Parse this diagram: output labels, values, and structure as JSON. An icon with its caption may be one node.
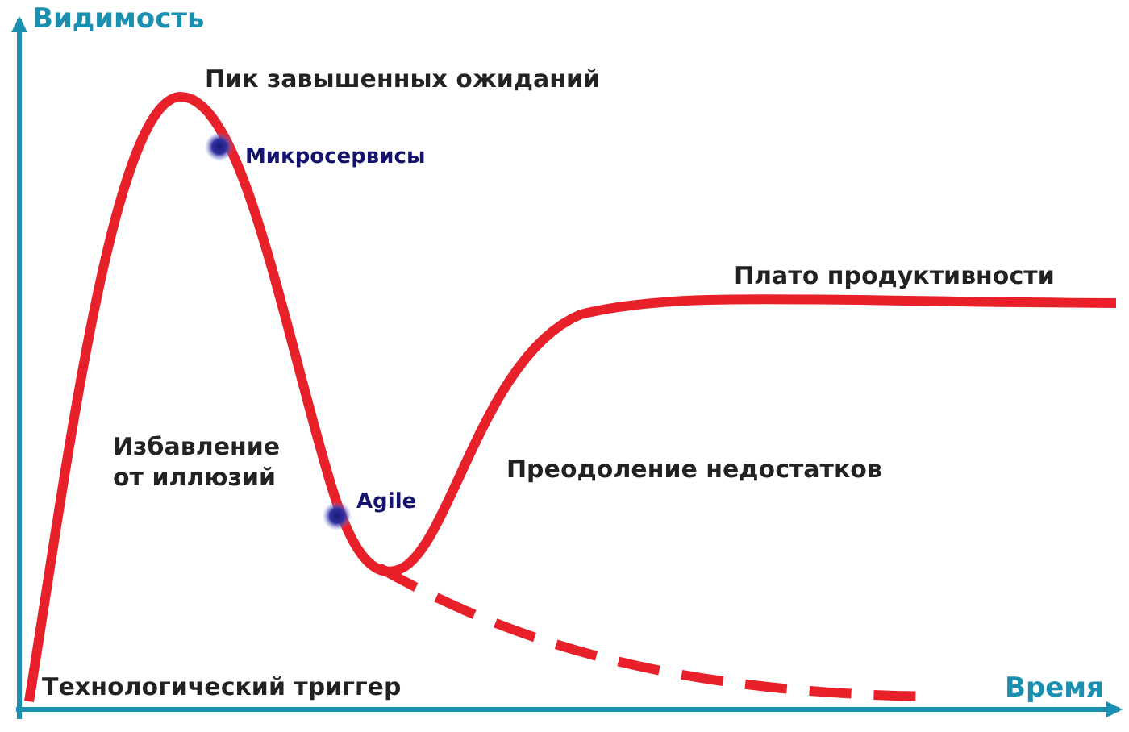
{
  "diagram": {
    "labels": [
      "Видимость",
      "Пик завышенных ожиданий",
      "Микросервисы",
      "Плато продуктивности",
      "Избавление от иллюзий",
      "Преодоление недостатков",
      "Agile",
      "Технологический триггер",
      "Время"
    ]
  }
}
